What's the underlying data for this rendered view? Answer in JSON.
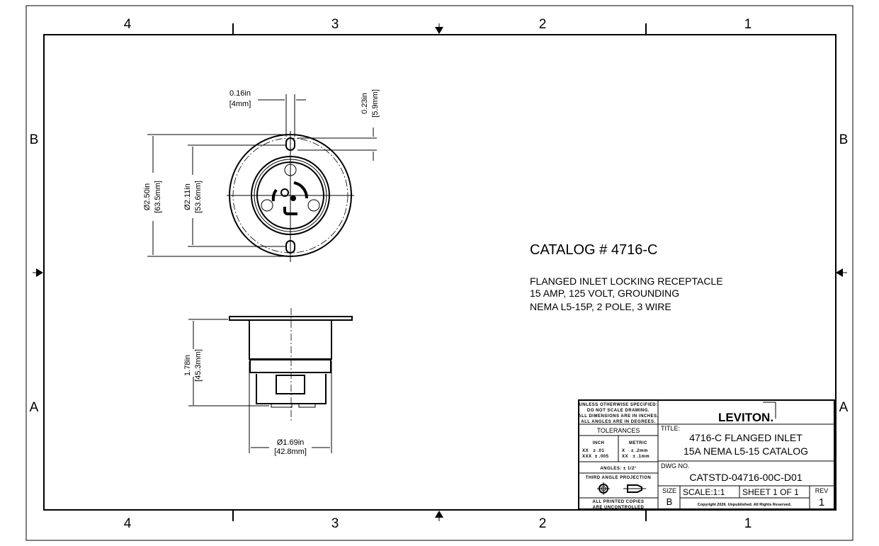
{
  "zones": {
    "columns": [
      "4",
      "3",
      "2",
      "1"
    ],
    "rows": [
      "B",
      "A"
    ]
  },
  "front_view": {
    "slot_width": {
      "in": "0.16in",
      "mm": "[4mm]"
    },
    "slot_height": {
      "in": "0.23in",
      "mm": "[5.9mm]"
    },
    "flange_dia": {
      "in": "Ø2.50in",
      "mm": "[63.5mm]"
    },
    "hole_spacing": {
      "in": "Ø2.11in",
      "mm": "[53.6mm]"
    }
  },
  "side_view": {
    "depth": {
      "in": "1.78in",
      "mm": "[45.3mm]"
    },
    "body_dia": {
      "in": "Ø1.69in",
      "mm": "[42.8mm]"
    }
  },
  "catalog": {
    "heading": "CATALOG # 4716-C",
    "lines": [
      "FLANGED INLET LOCKING RECEPTACLE",
      "15 AMP, 125 VOLT, GROUNDING",
      "NEMA L5-15P, 2 POLE, 3 WIRE"
    ]
  },
  "title_block": {
    "notes": [
      "UNLESS OTHERWISE SPECIFIED:",
      "DO NOT SCALE DRAWING.",
      "ALL DIMENSIONS ARE IN INCHES.",
      "ALL ANGLES ARE IN DEGREES."
    ],
    "tolerances_label": "TOLERANCES",
    "inch_label": "INCH",
    "inch_rows": [
      "XX   ± .01",
      "XXX  ± .005"
    ],
    "metric_label": "METRIC",
    "metric_rows": [
      "X    ± .2mm",
      "XX   ± .1mm"
    ],
    "angles": "ANGLES: ± 1/2°",
    "projection": "THIRD ANGLE PROJECTION",
    "copies": [
      "ALL PRINTED COPIES",
      "ARE UNCONTROLLED"
    ],
    "logo": "LEVITON.",
    "title_label": "TITLE:",
    "title_lines": [
      "4716-C FLANGED INLET",
      "15A NEMA L5-15 CATALOG"
    ],
    "dwg_label": "DWG NO.",
    "dwg_no": "CATSTD-04716-00C-D01",
    "size_label": "SIZE",
    "size": "B",
    "scale": "SCALE:1:1",
    "sheet": "SHEET 1 OF 1",
    "rev_label": "REV",
    "rev": "1",
    "copyright": "Copyright 2026. Unpublished. All Rights Reserved."
  }
}
